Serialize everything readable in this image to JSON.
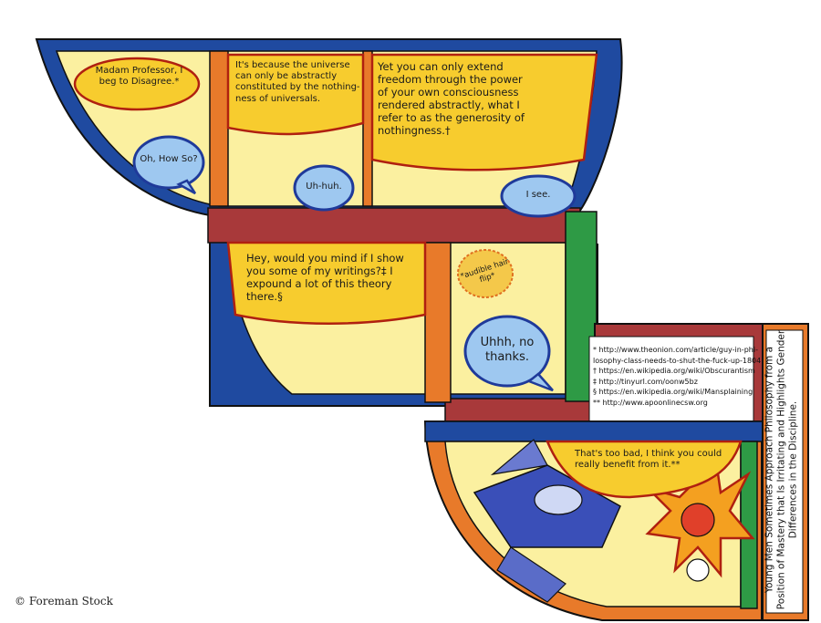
{
  "panel1": {
    "bubble_top": "Madam Professor, I beg to Disagree.*",
    "bubble_bottom": "Oh, How So?"
  },
  "panel2": {
    "bubble_top": "It's because the universe can only be abstractly constituted by the nothing-ness of universals.",
    "bubble_bottom": "Uh-huh."
  },
  "panel3": {
    "bubble_top": "Yet you can only extend freedom through the power of your own consciousness rendered abstractly, what I refer to as the generosity of nothingness.†",
    "bubble_bottom": "I see."
  },
  "panel4": {
    "bubble_top": "Hey, would you mind if I show you some of my writings?‡ I expound a lot of this theory there.§"
  },
  "panel5": {
    "sound": "*audible hair flip*",
    "bubble": "Uhhh, no thanks."
  },
  "footnotes": [
    "* http://www.theonion.com/article/guy-in-phi-",
    "losophy-class-needs-to-shut-the-fuck-up-1804",
    "† https://en.wikipedia.org/wiki/Obscurantism",
    "‡ http://tinyurl.com/oonw5bz",
    "§ https://en.wikipedia.org/wiki/Mansplaining",
    "** http://www.apoonlinecsw.org"
  ],
  "panel6": {
    "bubble": "That's too bad, I think you could really benefit from it.**"
  },
  "title_vertical": "Young Men Sometimes Approach Philosophy from a Position of Mastery that Is Irritating and Highlights Gender Differences in the Discipline.",
  "copyright": "© Foreman Stock",
  "colors": {
    "panel_fill": "#fbf0a0",
    "bubble_yellow": "#f7cc2e",
    "bubble_blue": "#9ec8f0",
    "border_blue": "#1f4aa0",
    "border_red": "#a8393a",
    "border_orange": "#e87a2a",
    "border_green": "#2e9a45",
    "outline": "#111111"
  }
}
